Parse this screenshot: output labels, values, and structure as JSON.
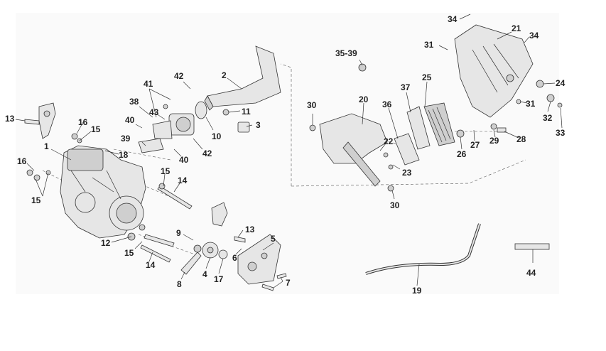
{
  "diagram": {
    "callouts": [
      {
        "id": "c1",
        "text": "1"
      },
      {
        "id": "c2",
        "text": "2"
      },
      {
        "id": "c3",
        "text": "3"
      },
      {
        "id": "c4",
        "text": "4"
      },
      {
        "id": "c5",
        "text": "5"
      },
      {
        "id": "c6",
        "text": "6"
      },
      {
        "id": "c7",
        "text": "7"
      },
      {
        "id": "c8",
        "text": "8"
      },
      {
        "id": "c9",
        "text": "9"
      },
      {
        "id": "c10",
        "text": "10"
      },
      {
        "id": "c11",
        "text": "11"
      },
      {
        "id": "c12",
        "text": "12"
      },
      {
        "id": "c13a",
        "text": "13"
      },
      {
        "id": "c13b",
        "text": "13"
      },
      {
        "id": "c14a",
        "text": "14"
      },
      {
        "id": "c14b",
        "text": "14"
      },
      {
        "id": "c15a",
        "text": "15"
      },
      {
        "id": "c15b",
        "text": "15"
      },
      {
        "id": "c15c",
        "text": "15"
      },
      {
        "id": "c15d",
        "text": "15"
      },
      {
        "id": "c16a",
        "text": "16"
      },
      {
        "id": "c16b",
        "text": "16"
      },
      {
        "id": "c17",
        "text": "17"
      },
      {
        "id": "c18",
        "text": "18"
      },
      {
        "id": "c19",
        "text": "19"
      },
      {
        "id": "c20",
        "text": "20"
      },
      {
        "id": "c21",
        "text": "21"
      },
      {
        "id": "c22",
        "text": "22"
      },
      {
        "id": "c23",
        "text": "23"
      },
      {
        "id": "c24",
        "text": "24"
      },
      {
        "id": "c25",
        "text": "25"
      },
      {
        "id": "c26",
        "text": "26"
      },
      {
        "id": "c27",
        "text": "27"
      },
      {
        "id": "c28",
        "text": "28"
      },
      {
        "id": "c29",
        "text": "29"
      },
      {
        "id": "c30a",
        "text": "30"
      },
      {
        "id": "c30b",
        "text": "30"
      },
      {
        "id": "c31a",
        "text": "31"
      },
      {
        "id": "c31b",
        "text": "31"
      },
      {
        "id": "c32",
        "text": "32"
      },
      {
        "id": "c33",
        "text": "33"
      },
      {
        "id": "c34a",
        "text": "34"
      },
      {
        "id": "c34b",
        "text": "34"
      },
      {
        "id": "c3539",
        "text": "35-39"
      },
      {
        "id": "c36",
        "text": "36"
      },
      {
        "id": "c37",
        "text": "37"
      },
      {
        "id": "c38",
        "text": "38"
      },
      {
        "id": "c39",
        "text": "39"
      },
      {
        "id": "c40a",
        "text": "40"
      },
      {
        "id": "c40b",
        "text": "40"
      },
      {
        "id": "c41",
        "text": "41"
      },
      {
        "id": "c42a",
        "text": "42"
      },
      {
        "id": "c42b",
        "text": "42"
      },
      {
        "id": "c43",
        "text": "43"
      },
      {
        "id": "c44",
        "text": "44"
      }
    ]
  },
  "colors": {
    "ink": "#222222",
    "part_fill": "#e6e6e6",
    "part_shade": "#cfcfcf",
    "background": "#ffffff"
  }
}
